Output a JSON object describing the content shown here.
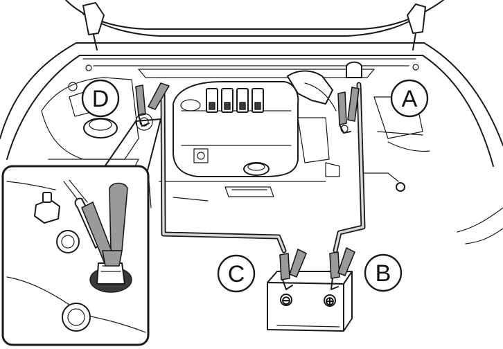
{
  "callouts": {
    "A": "A",
    "B": "B",
    "C": "C",
    "D": "D"
  },
  "battery": {
    "negative_symbol": "⊖",
    "positive_symbol": "⊕"
  },
  "colors": {
    "line": "#1a1a1a",
    "background": "#ffffff",
    "clamp_fill": "#9a9a9a",
    "cable_core": "#d9d9d9"
  }
}
